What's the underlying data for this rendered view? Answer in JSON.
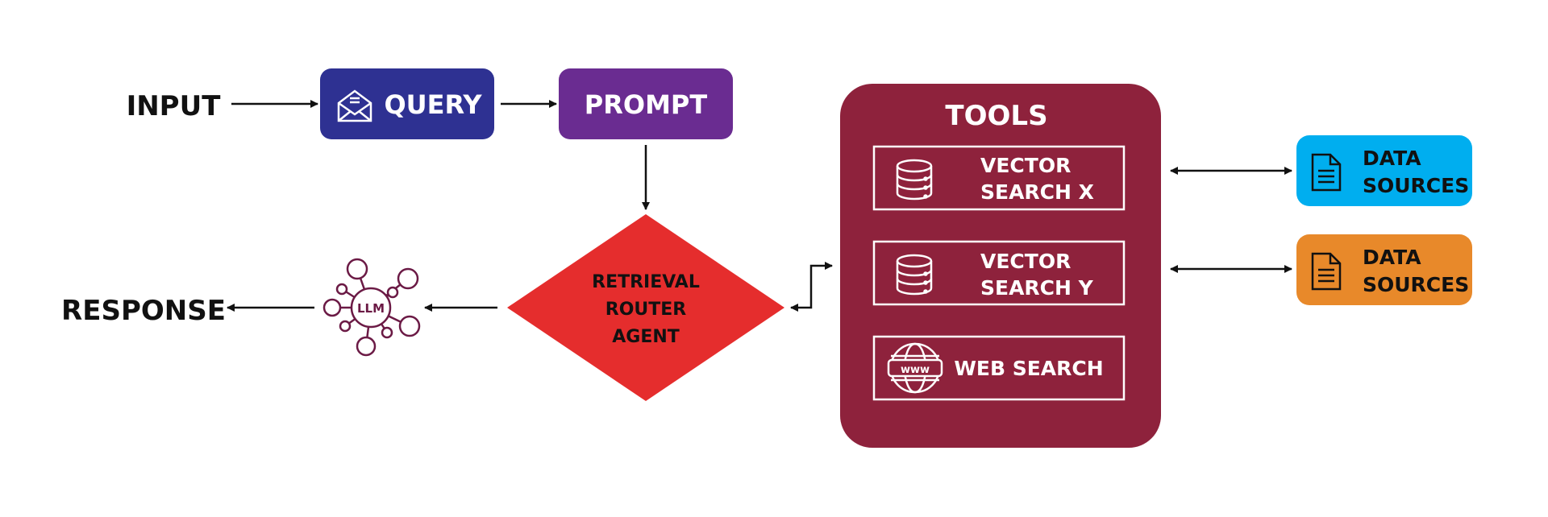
{
  "input_label": "INPUT",
  "response_label": "RESPONSE",
  "query": {
    "label": "QUERY",
    "icon": "envelope-icon",
    "color": "#2E3192"
  },
  "prompt": {
    "label": "PROMPT",
    "color": "#6A2C91"
  },
  "router": {
    "line1": "RETRIEVAL",
    "line2": "ROUTER",
    "line3": "AGENT",
    "color": "#E52D2D"
  },
  "llm": {
    "label": "LLM",
    "icon": "llm-network-icon",
    "color": "#6B1A45"
  },
  "tools": {
    "title": "TOOLS",
    "color": "#8E223C",
    "items": [
      {
        "line1": "VECTOR",
        "line2": "SEARCH X",
        "icon": "database-icon"
      },
      {
        "line1": "VECTOR",
        "line2": "SEARCH Y",
        "icon": "database-icon"
      },
      {
        "line1": "WEB SEARCH",
        "icon": "globe-www-icon"
      }
    ]
  },
  "data_sources": [
    {
      "line1": "DATA",
      "line2": "SOURCES",
      "icon": "document-icon",
      "color": "#00AEEF"
    },
    {
      "line1": "DATA",
      "line2": "SOURCES",
      "icon": "document-icon",
      "color": "#E8892A"
    }
  ],
  "colors": {
    "text": "#111111",
    "arrow": "#111111",
    "white": "#ffffff"
  }
}
